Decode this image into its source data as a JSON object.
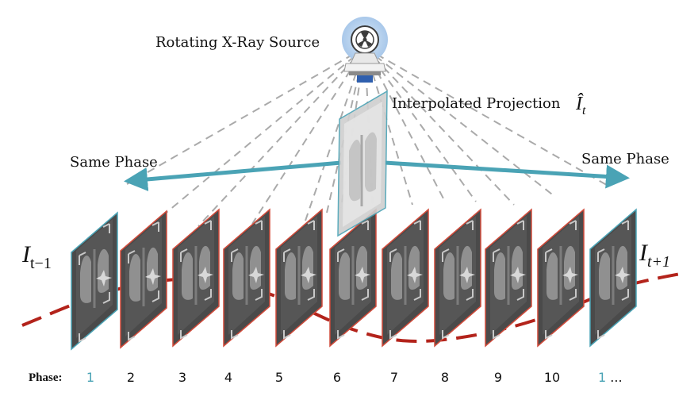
{
  "source_label": "Rotating X-Ray Source",
  "interp_label": "Interpolated Projection",
  "interp_symbol": "Î",
  "interp_sub": "t",
  "same_phase_left": "Same Phase",
  "same_phase_right": "Same Phase",
  "i_prev": {
    "symbol": "I",
    "sub": "t−1"
  },
  "i_next": {
    "symbol": "I",
    "sub": "t+1"
  },
  "phase_label": "Phase:",
  "phases": [
    "1",
    "2",
    "3",
    "4",
    "5",
    "6",
    "7",
    "8",
    "9",
    "10",
    "1 ..."
  ],
  "highlight_phases": [
    0,
    10
  ],
  "colors": {
    "teal": "#4aa3b5",
    "red": "#b3231b",
    "frame_red": "#d04a3a",
    "gray": "#aaaaaa",
    "panel": "#4a4a4a"
  }
}
